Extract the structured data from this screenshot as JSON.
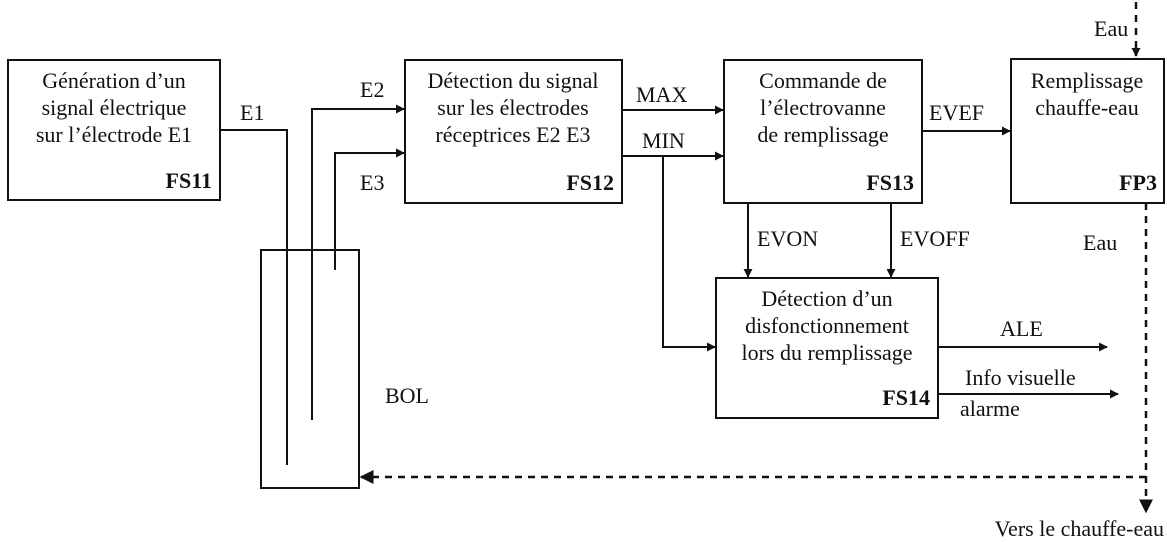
{
  "blocks": {
    "fs11": {
      "lines": [
        "Génération d’un",
        "signal électrique",
        "sur l’électrode E1"
      ],
      "code": "FS11"
    },
    "fs12": {
      "lines": [
        "Détection du signal",
        "sur les électrodes",
        "réceptrices E2 E3"
      ],
      "code": "FS12"
    },
    "fs13": {
      "lines": [
        "Commande de",
        "l’électrovanne",
        "de remplissage"
      ],
      "code": "FS13"
    },
    "fp3": {
      "lines": [
        "Remplissage",
        "chauffe-eau"
      ],
      "code": "FP3"
    },
    "fs14": {
      "lines": [
        "Détection d’un",
        "disfonctionnement",
        "lors du remplissage"
      ],
      "code": "FS14"
    }
  },
  "bowl_label": "BOL",
  "signals": {
    "e1": "E1",
    "e2": "E2",
    "e3": "E3",
    "max": "MAX",
    "min": "MIN",
    "evef": "EVEF",
    "evon": "EVON",
    "evoff": "EVOFF",
    "ale": "ALE",
    "info": [
      "Info visuelle",
      "alarme"
    ]
  },
  "water_in": "Eau",
  "water_out": "Eau",
  "destination": "Vers le chauffe-eau"
}
